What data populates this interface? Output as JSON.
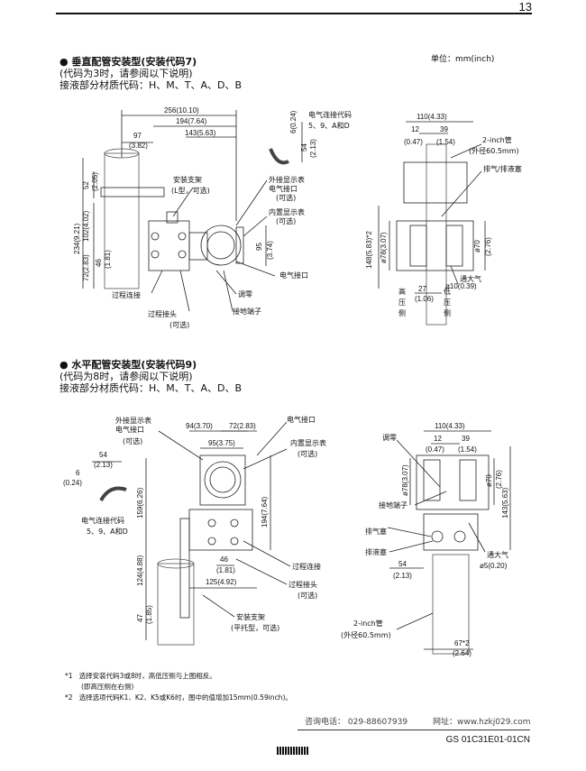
{
  "page": {
    "number": "13",
    "unit": "单位：mm(inch)",
    "doc_no": "GS 01C31E01-01CN"
  },
  "section1": {
    "title": "● 垂直配管安装型(安装代码7)",
    "line2": "(代码为3时，请参阅以下说明)",
    "line3": "接液部分材质代码：H、M、T、A、D、B",
    "dims": [
      "256(10.10)",
      "194(7.64)",
      "143(5.63)",
      "97",
      "(3.82)",
      "6(0.24)",
      "54",
      "(2.13)",
      "52",
      "(2.05)",
      "234(9.21)",
      "102(4.02)",
      "72(2.83)",
      "46",
      "(1.81)",
      "95",
      "(3.74)",
      "110(4.33)",
      "12",
      "(0.47)",
      "39",
      "(1.54)",
      "148(5.83)*2",
      "ø78(3.07)",
      "ø70",
      "(2.76)",
      "27",
      "(1.06)",
      "ø10(0.39)"
    ],
    "labels": [
      "电气连接代码",
      "5、9、A和D",
      "安装支架",
      "(L型，可选)",
      "外接显示表",
      "电气接口",
      "(可选)",
      "内置显示表",
      "(可选)",
      "电气接口",
      "调零",
      "接地端子",
      "过程连接",
      "过程接头",
      "(可选)",
      "2-inch管",
      "(外径60.5mm)",
      "排气/排液塞",
      "通大气",
      "高",
      "压",
      "侧",
      "低",
      "压",
      "侧"
    ]
  },
  "section2": {
    "title": "● 水平配管安装型(安装代码9)",
    "line2": "(代码为8时，请参阅以下说明)",
    "line3": "接液部分材质代码：H、M、T、A、D、B",
    "dims": [
      "94(3.70)",
      "72(2.83)",
      "95(3.75)",
      "54",
      "(2.13)",
      "6",
      "(0.24)",
      "159(6.26)",
      "194(7.64)",
      "124(4.88)",
      "47",
      "(1.85)",
      "46",
      "(1.81)",
      "125(4.92)",
      "110(4.33)",
      "12",
      "(0.47)",
      "39",
      "(1.54)",
      "ø78(3.07)",
      "ø70",
      "(2.76)",
      "143(5.63)",
      "54",
      "(2.13)",
      "ø5(0.20)",
      "67*2",
      "(2.64)"
    ],
    "labels": [
      "外接显示表",
      "电气接口",
      "(可选)",
      "电气接口",
      "内置显示表",
      "(可选)",
      "电气连接代码",
      "5、9、A和D",
      "过程连接",
      "过程接头",
      "(可选)",
      "安装支架",
      "(平托型，可选)",
      "调零",
      "接地端子",
      "排气塞",
      "排液塞",
      "通大气",
      "2-inch管",
      "(外径60.5mm)"
    ]
  },
  "notes": [
    {
      "mark": "*1",
      "text": "选择安装代码3或8时，高低压侧与上图相反。"
    },
    {
      "mark": "",
      "text": "(即高压侧在右侧)"
    },
    {
      "mark": "*2",
      "text": "选择选项代码K1、K2、K5或K6时，图中的值增加15mm(0.59inch)。"
    }
  ],
  "contact": {
    "phone": "咨询电话：  029-88607939",
    "web": "网址：www.hzkj029.com"
  }
}
